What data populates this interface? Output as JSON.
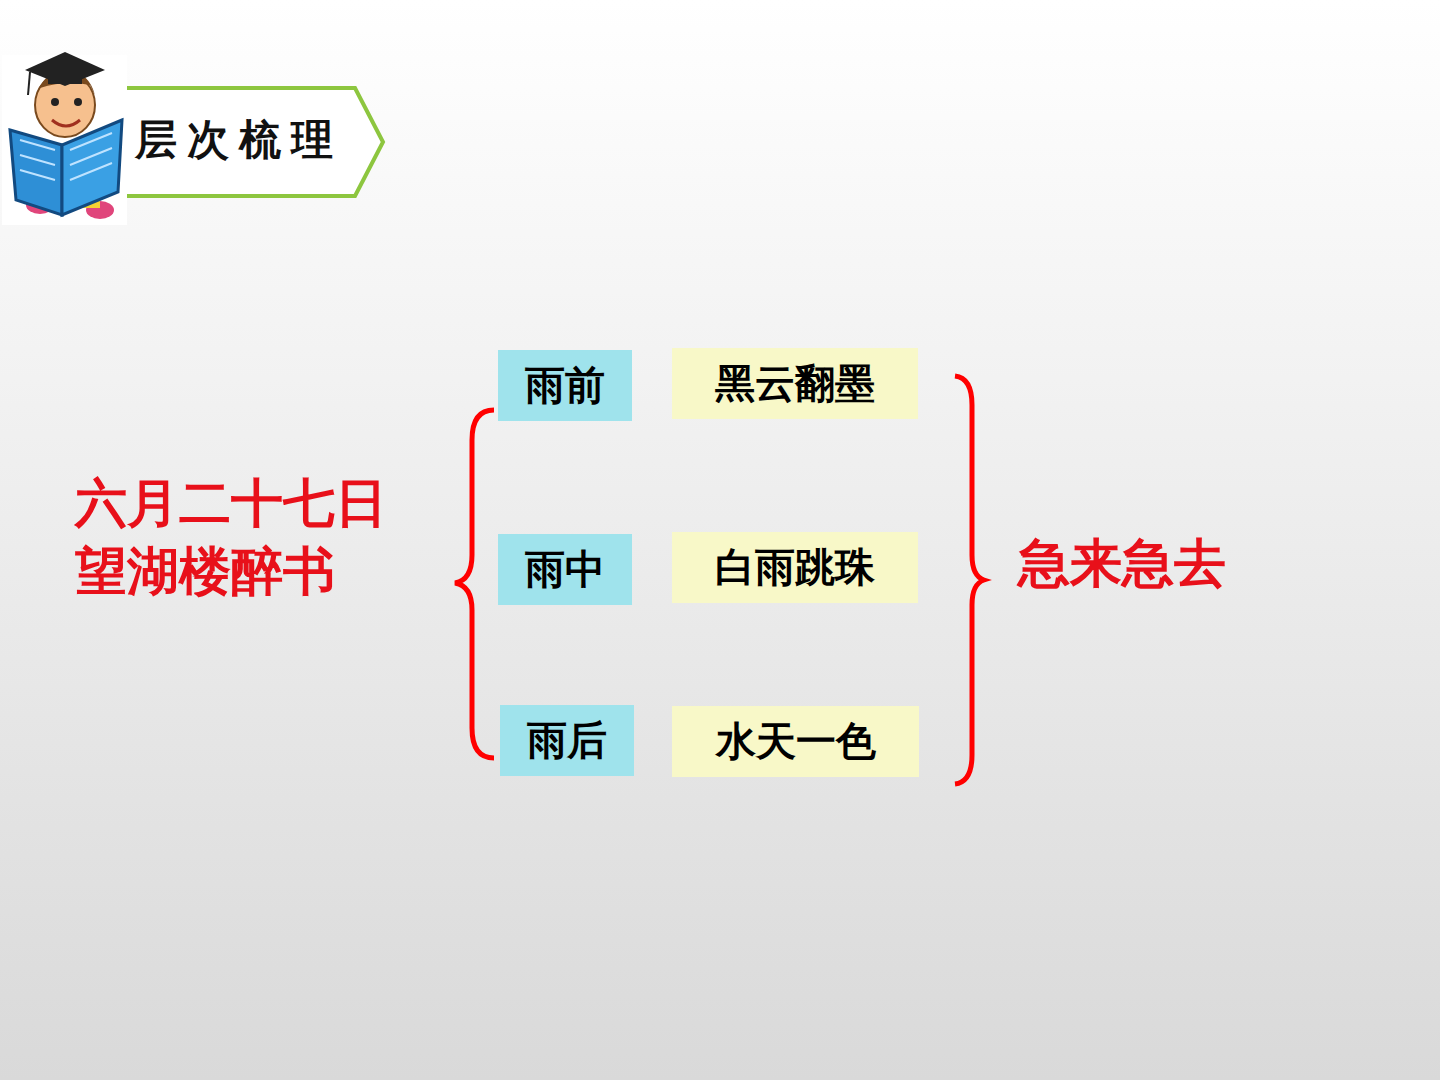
{
  "diagram": {
    "title": "层次梳理",
    "nodes": [
      {
        "text": [
          "雨前"
        ]
      },
      {
        "text": [
          "黑云翻墨"
        ]
      },
      {
        "text": [
          "雨中"
        ]
      },
      {
        "text": [
          "白雨跳珠"
        ]
      },
      {
        "text": [
          "雨后"
        ]
      },
      {
        "text": [
          "水天一色"
        ]
      }
    ],
    "labels": [
      "六月二十七日 望湖楼醉书",
      "急来急去"
    ]
  }
}
